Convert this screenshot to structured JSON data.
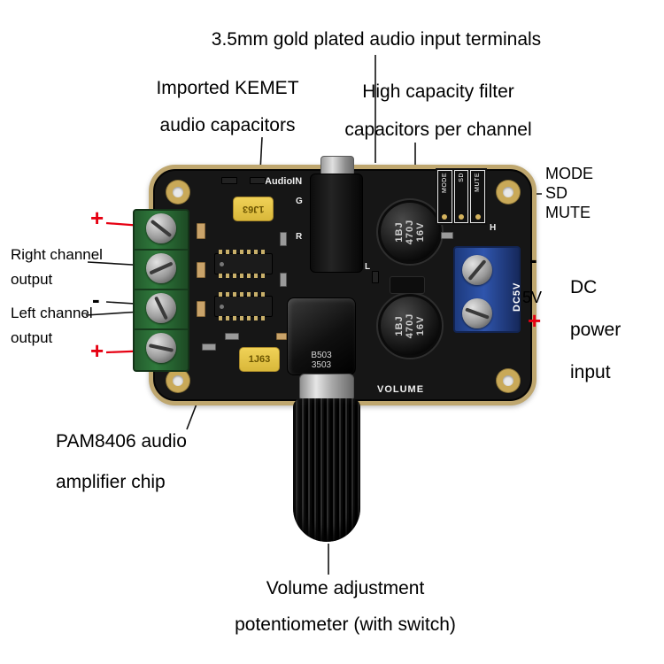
{
  "callouts": {
    "audio_input": "3.5mm gold plated audio input terminals",
    "kemet": {
      "line1": "Imported KEMET",
      "line2": "audio capacitors"
    },
    "filter": {
      "line1": "High capacity filter",
      "line2": "capacitors per channel"
    },
    "pins": {
      "mode": "MODE",
      "sd": "SD",
      "mute": "MUTE"
    },
    "right_channel": {
      "line1": "Right channel",
      "line2": "output"
    },
    "left_channel": {
      "line1": "Left channel",
      "line2": "output"
    },
    "dc": {
      "line1": "DC",
      "line2": "power",
      "line3": "input",
      "voltage": "5V"
    },
    "pam": {
      "line1": "PAM8406 audio",
      "line2": "amplifier chip"
    },
    "volume": {
      "line1": "Volume adjustment",
      "line2": "potentiometer (with switch)"
    },
    "polarity": {
      "plus": "+",
      "minus": "-"
    }
  },
  "board": {
    "silkscreen": {
      "audio_in": "AudioIN",
      "volume": "VOLUME",
      "dc5v": "DC5V",
      "g": "G",
      "r": "R",
      "l": "L",
      "h": "H",
      "header": [
        "MODE",
        "SD",
        "MUTE"
      ]
    },
    "markings": {
      "electrolytic": [
        "1BJ",
        "470J",
        "16V"
      ],
      "film_cap": "1J63",
      "pot": [
        "B503",
        "3503"
      ]
    }
  },
  "colors": {
    "annotation_red": "#e60012",
    "line_black": "#111111",
    "pcb_edge_gold": "#bfa76f",
    "terminal_green": "#2f7a3c",
    "terminal_blue": "#2f55ad",
    "film_cap_yellow": "#e6c54b"
  }
}
